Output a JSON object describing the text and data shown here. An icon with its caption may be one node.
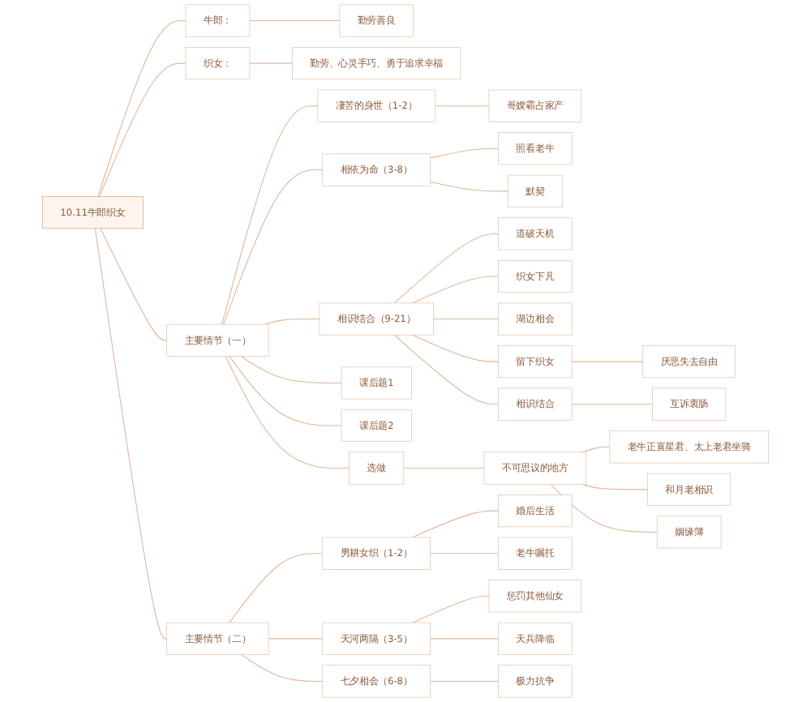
{
  "diagram": {
    "nodes": [
      {
        "text": [
          "10.11牛郎织女"
        ]
      },
      {
        "text": [
          "牛郎："
        ]
      },
      {
        "text": [
          "勤劳善良"
        ]
      },
      {
        "text": [
          "织女："
        ]
      },
      {
        "text": [
          "勤劳、心灵手巧、勇于追求幸福"
        ]
      },
      {
        "text": [
          "主要情节（一）"
        ]
      },
      {
        "text": [
          "凄苦的身世（1-2）"
        ]
      },
      {
        "text": [
          "哥嫂霸占家产"
        ]
      },
      {
        "text": [
          "相依为命（3-8）"
        ]
      },
      {
        "text": [
          "照看老牛"
        ]
      },
      {
        "text": [
          "默契"
        ]
      },
      {
        "text": [
          "相识结合（9-21）"
        ]
      },
      {
        "text": [
          "道破天机"
        ]
      },
      {
        "text": [
          "织女下凡"
        ]
      },
      {
        "text": [
          "湖边相会"
        ]
      },
      {
        "text": [
          "留下织女"
        ]
      },
      {
        "text": [
          "厌恶失去自由"
        ]
      },
      {
        "text": [
          "相识结合"
        ]
      },
      {
        "text": [
          "互诉衷肠"
        ]
      },
      {
        "text": [
          "课后题1"
        ]
      },
      {
        "text": [
          "课后题2"
        ]
      },
      {
        "text": [
          "选做"
        ]
      },
      {
        "text": [
          "不可思议的地方"
        ]
      },
      {
        "text": [
          "老牛正直星君、太上老君坐骑"
        ]
      },
      {
        "text": [
          "和月老相识"
        ]
      },
      {
        "text": [
          "姻缘簿"
        ]
      },
      {
        "text": [
          "主要情节（二）"
        ]
      },
      {
        "text": [
          "男耕女织（1-2）"
        ]
      },
      {
        "text": [
          "婚后生活"
        ]
      },
      {
        "text": [
          "老牛嘱托"
        ]
      },
      {
        "text": [
          "天河两隔（3-5）"
        ]
      },
      {
        "text": [
          "惩罚其他仙女"
        ]
      },
      {
        "text": [
          "天兵降临"
        ]
      },
      {
        "text": [
          "七夕相会（6-8）"
        ]
      },
      {
        "text": [
          "极力抗争"
        ]
      }
    ],
    "edges": [
      {
        "from": 0,
        "to": 1,
        "arrow": "none"
      },
      {
        "from": 1,
        "to": 2,
        "arrow": "none"
      },
      {
        "from": 0,
        "to": 3,
        "arrow": "none"
      },
      {
        "from": 3,
        "to": 4,
        "arrow": "none"
      },
      {
        "from": 0,
        "to": 5,
        "arrow": "none"
      },
      {
        "from": 5,
        "to": 6,
        "arrow": "none"
      },
      {
        "from": 6,
        "to": 7,
        "arrow": "none"
      },
      {
        "from": 5,
        "to": 8,
        "arrow": "none"
      },
      {
        "from": 8,
        "to": 9,
        "arrow": "none"
      },
      {
        "from": 8,
        "to": 10,
        "arrow": "none"
      },
      {
        "from": 5,
        "to": 11,
        "arrow": "none"
      },
      {
        "from": 11,
        "to": 12,
        "arrow": "none"
      },
      {
        "from": 11,
        "to": 13,
        "arrow": "none"
      },
      {
        "from": 11,
        "to": 14,
        "arrow": "none"
      },
      {
        "from": 11,
        "to": 15,
        "arrow": "none"
      },
      {
        "from": 15,
        "to": 16,
        "arrow": "none"
      },
      {
        "from": 11,
        "to": 17,
        "arrow": "none"
      },
      {
        "from": 17,
        "to": 18,
        "arrow": "none"
      },
      {
        "from": 5,
        "to": 19,
        "arrow": "none"
      },
      {
        "from": 5,
        "to": 20,
        "arrow": "none"
      },
      {
        "from": 5,
        "to": 21,
        "arrow": "none"
      },
      {
        "from": 21,
        "to": 22,
        "arrow": "none"
      },
      {
        "from": 22,
        "to": 23,
        "arrow": "none"
      },
      {
        "from": 22,
        "to": 24,
        "arrow": "none"
      },
      {
        "from": 22,
        "to": 25,
        "arrow": "none"
      },
      {
        "from": 0,
        "to": 26,
        "arrow": "none"
      },
      {
        "from": 26,
        "to": 27,
        "arrow": "none"
      },
      {
        "from": 27,
        "to": 28,
        "arrow": "none"
      },
      {
        "from": 27,
        "to": 29,
        "arrow": "none"
      },
      {
        "from": 26,
        "to": 30,
        "arrow": "none"
      },
      {
        "from": 30,
        "to": 31,
        "arrow": "none"
      },
      {
        "from": 30,
        "to": 32,
        "arrow": "none"
      },
      {
        "from": 26,
        "to": 33,
        "arrow": "none"
      },
      {
        "from": 33,
        "to": 34,
        "arrow": "none"
      }
    ]
  }
}
